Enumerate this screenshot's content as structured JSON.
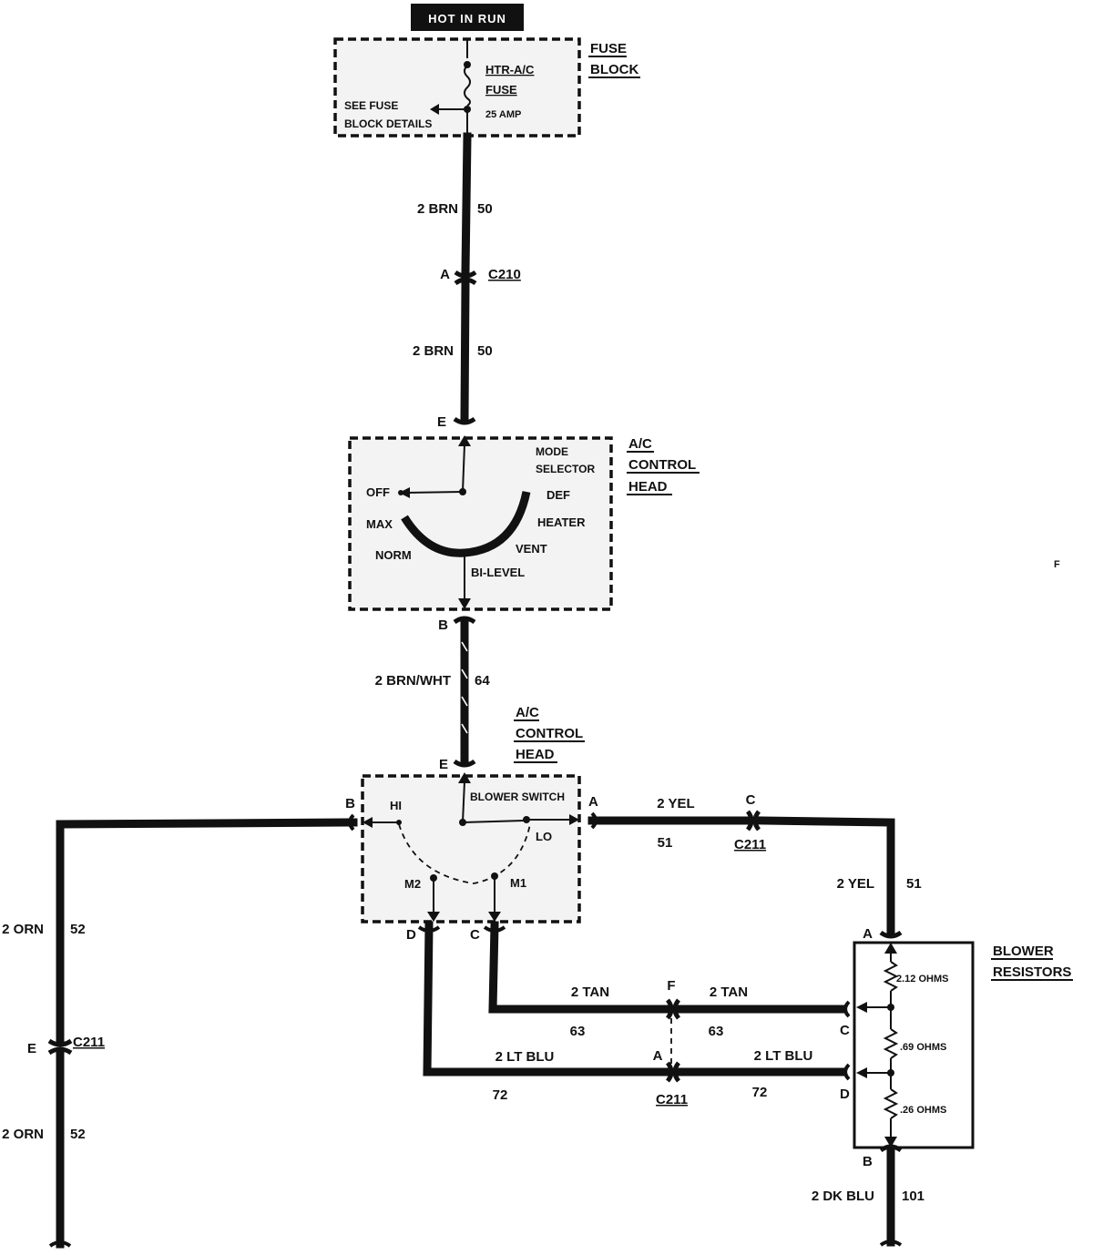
{
  "power": {
    "label": "HOT IN RUN"
  },
  "fuse_block": {
    "title_line1": "FUSE",
    "title_line2": "BLOCK",
    "fuse_name_line1": "HTR-A/C",
    "fuse_name_line2": "FUSE",
    "rating": "25 AMP",
    "see_details_line1": "SEE FUSE",
    "see_details_line2": "BLOCK DETAILS"
  },
  "wires": {
    "w1_color": "2 BRN",
    "w1_circuit": "50",
    "w2_color": "2 BRN",
    "w2_circuit": "50",
    "w3_color": "2 BRN/WHT",
    "w3_circuit": "64",
    "yel_color_top": "2 YEL",
    "yel_circuit_top": "51",
    "yel_color_side": "2 YEL",
    "yel_circuit_side": "51",
    "orn_color_upper": "2 ORN",
    "orn_circuit_upper": "52",
    "orn_color_lower": "2 ORN",
    "orn_circuit_lower": "52",
    "tan_color_left": "2 TAN",
    "tan_circuit_left": "63",
    "tan_color_right": "2 TAN",
    "tan_circuit_right": "63",
    "ltblu_color_left": "2 LT BLU",
    "ltblu_circuit_left": "72",
    "ltblu_color_right": "2 LT BLU",
    "ltblu_circuit_right": "72",
    "dkblu_color": "2 DK BLU",
    "dkblu_circuit": "101"
  },
  "connectors": {
    "c210": "C210",
    "c211_top": "C211",
    "c211_left": "C211",
    "c211_bottom": "C211"
  },
  "pins": {
    "c210_a": "A",
    "mode_in_e": "E",
    "mode_out_b": "B",
    "blower_in_e": "E",
    "blower_b": "B",
    "blower_a": "A",
    "blower_d": "D",
    "blower_c": "C",
    "c211_c": "C",
    "c211_e": "E",
    "c211_f": "F",
    "c211_a": "A",
    "res_a": "A",
    "res_c": "C",
    "res_d": "D",
    "res_b": "B"
  },
  "mode_head": {
    "title_line1": "A/C",
    "title_line2": "CONTROL",
    "title_line3": "HEAD",
    "selector_line1": "MODE",
    "selector_line2": "SELECTOR",
    "positions": {
      "off": "OFF",
      "max": "MAX",
      "norm": "NORM",
      "bilevel": "BI-LEVEL",
      "vent": "VENT",
      "heater": "HEATER",
      "def": "DEF"
    }
  },
  "blower_head": {
    "title_line1": "A/C",
    "title_line2": "CONTROL",
    "title_line3": "HEAD",
    "switch_label": "BLOWER SWITCH",
    "positions": {
      "hi": "HI",
      "lo": "LO",
      "m1": "M1",
      "m2": "M2"
    }
  },
  "resistors": {
    "title_line1": "BLOWER",
    "title_line2": "RESISTORS",
    "r1": "2.12 OHMS",
    "r2": ".69 OHMS",
    "r3": ".26 OHMS"
  },
  "stray_mark": "F"
}
